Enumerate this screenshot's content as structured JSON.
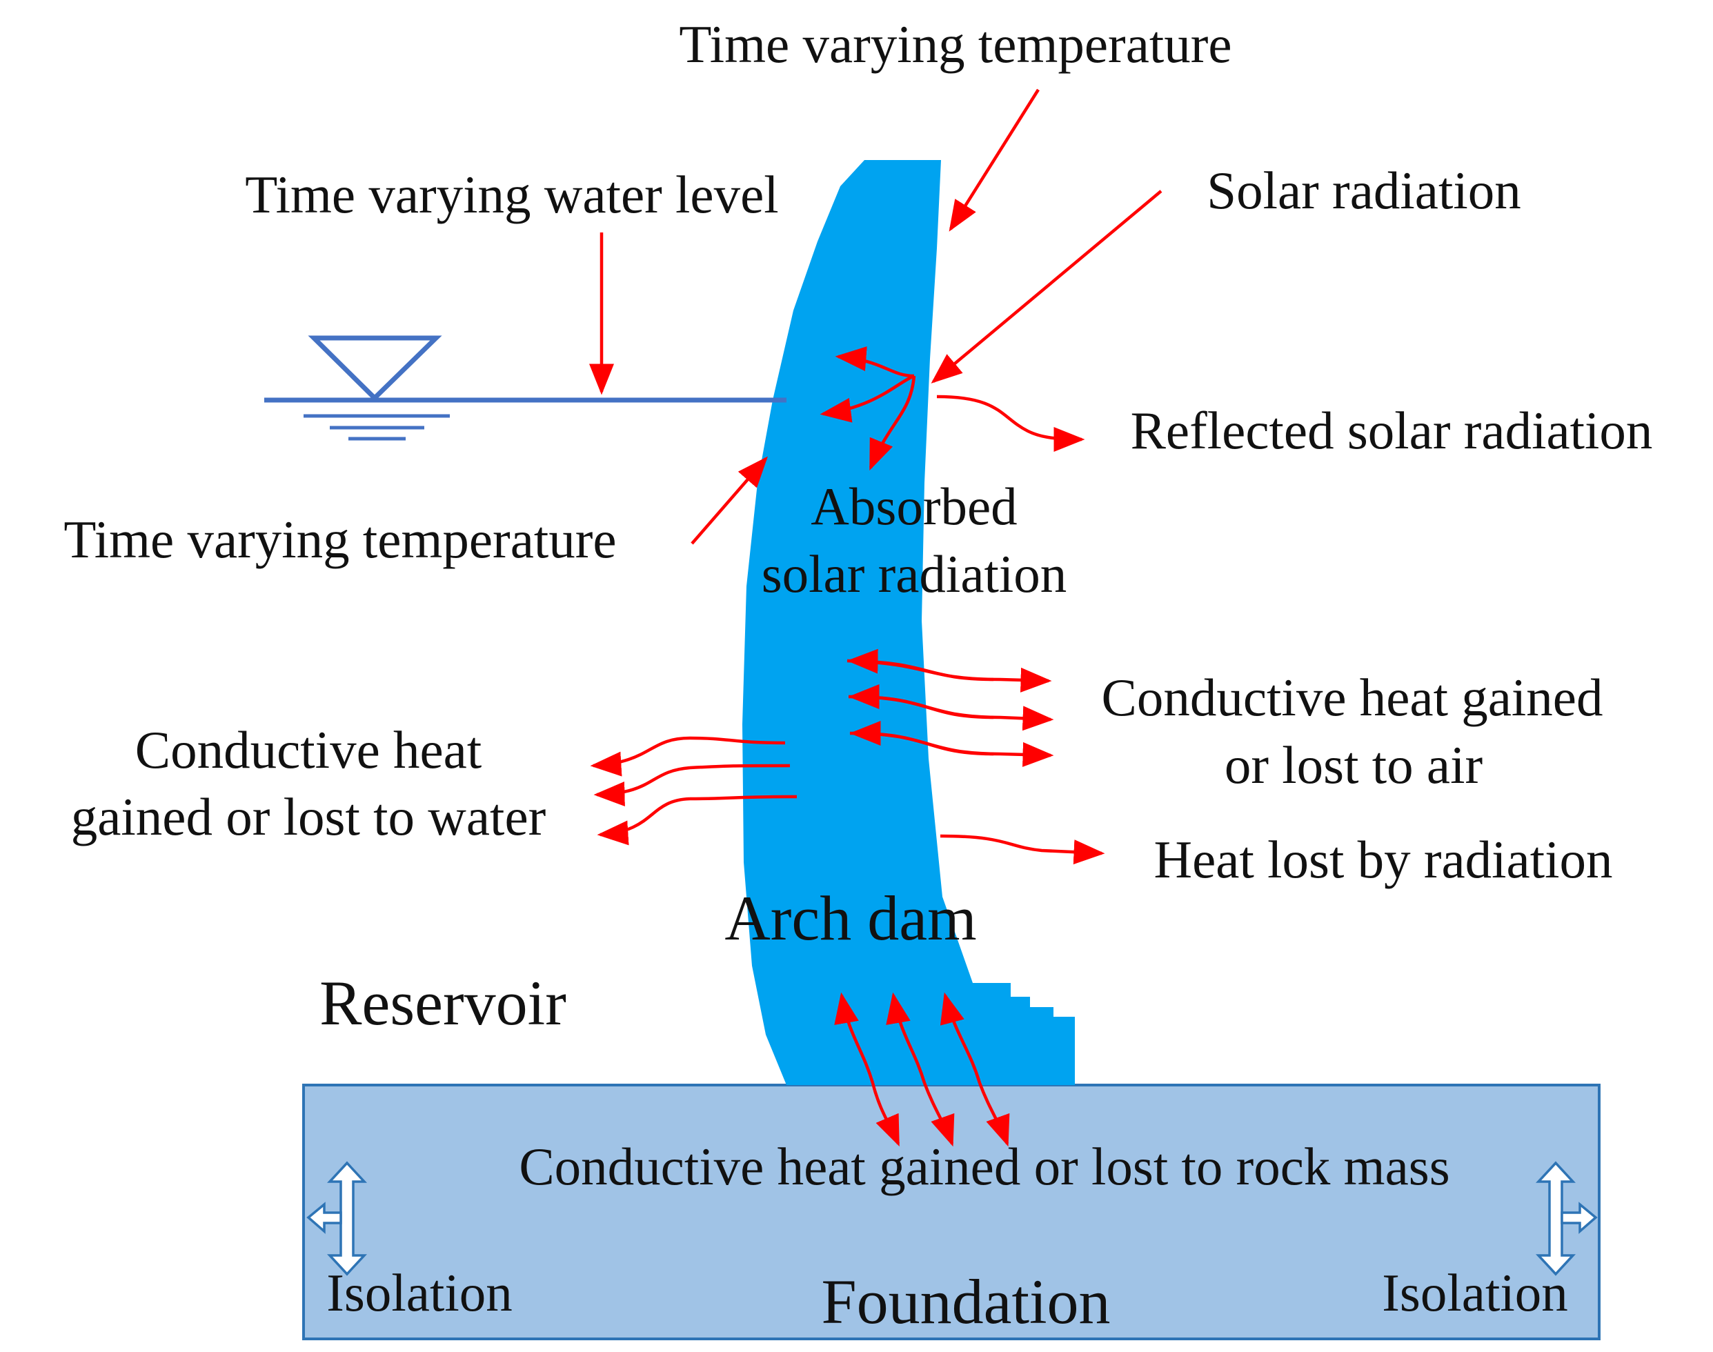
{
  "colors": {
    "dam": "#00A3F0",
    "foundation_fill": "#A0C3E6",
    "foundation_border": "#2E74B5",
    "water_line": "#4472C4",
    "arrow": "#FF0000",
    "text": "#111111"
  },
  "labels": {
    "top_temperature": "Time varying temperature",
    "water_level": "Time varying water level",
    "solar_radiation": "Solar radiation",
    "reflected_solar": "Reflected solar radiation",
    "upstream_temperature": "Time varying temperature",
    "absorbed_line1": "Absorbed",
    "absorbed_line2": "solar radiation",
    "air_heat_line1": "Conductive heat gained",
    "air_heat_line2": "or lost to air",
    "water_heat_line1": "Conductive heat",
    "water_heat_line2": "gained or lost to water",
    "radiation_loss": "Heat lost by radiation",
    "arch_dam": "Arch dam",
    "reservoir": "Reservoir",
    "rock_mass": "Conductive heat gained or lost to rock mass",
    "isolation_left": "Isolation",
    "isolation_right": "Isolation",
    "foundation": "Foundation"
  }
}
